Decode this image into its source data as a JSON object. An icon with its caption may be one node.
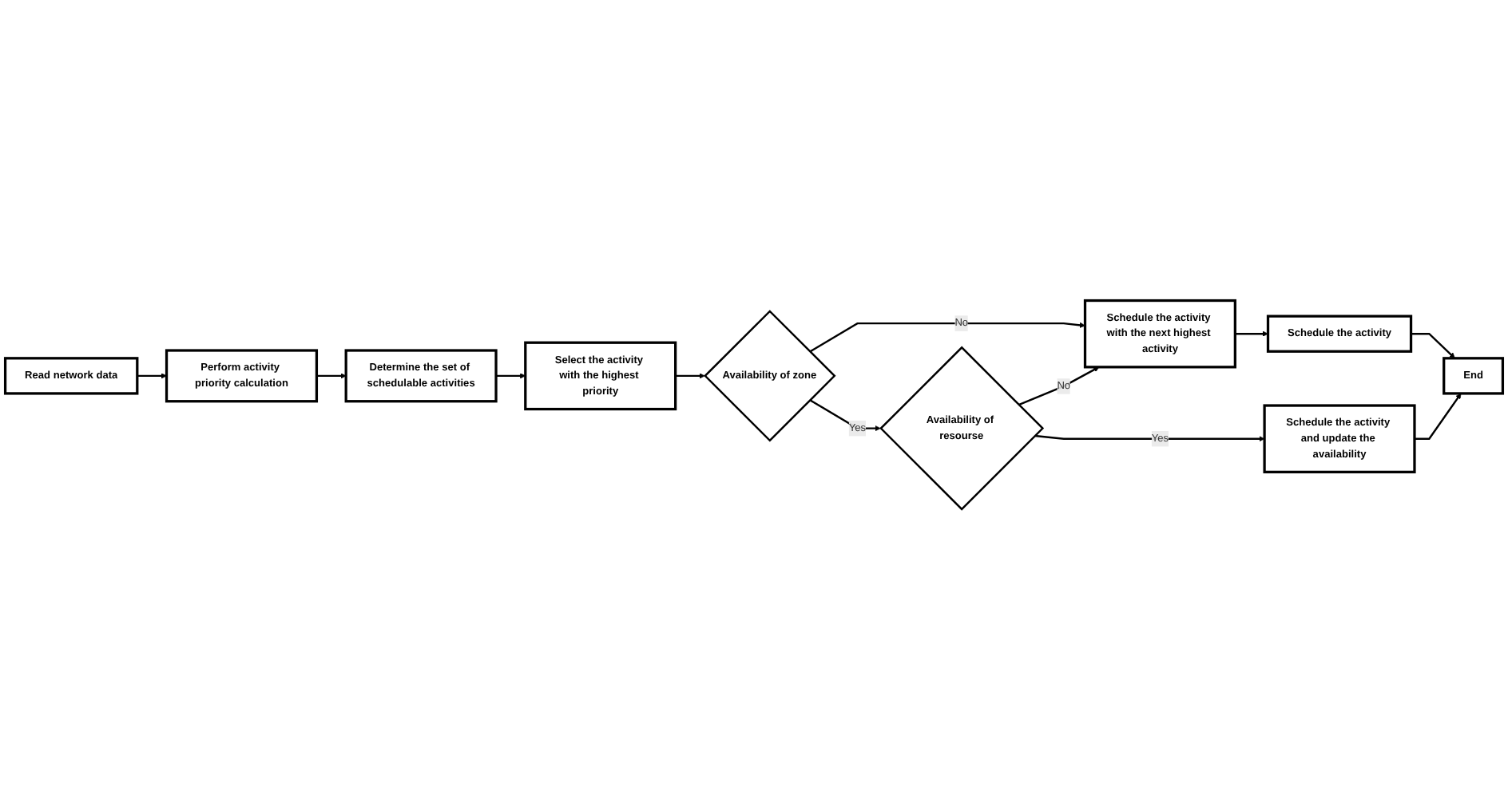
{
  "diagram": {
    "nodes": [
      {
        "text": [
          "Read network data"
        ]
      },
      {
        "text": [
          "Perform activity priority calculation"
        ]
      },
      {
        "text": [
          "Determine the set of schedulable activities"
        ]
      },
      {
        "text": [
          "Select the activity with the highest priority"
        ]
      },
      {
        "text": [
          "Availability of zone"
        ]
      },
      {
        "text": [
          "Schedule the activity with the next highest activity"
        ]
      },
      {
        "text": [
          "Availability of resourse"
        ]
      },
      {
        "text": [
          "Schedule the activity"
        ]
      },
      {
        "text": [
          "Schedule the activity and update the availability"
        ]
      },
      {
        "text": [
          "End"
        ]
      }
    ],
    "edges": [
      {
        "from": 0,
        "to": 1,
        "arrow": "to"
      },
      {
        "from": 1,
        "to": 2,
        "arrow": "to"
      },
      {
        "from": 2,
        "to": 3,
        "arrow": "to"
      },
      {
        "from": 3,
        "to": 4,
        "arrow": "to"
      },
      {
        "from": 4,
        "to": 5,
        "arrow": "to",
        "label": "No"
      },
      {
        "from": 4,
        "to": 6,
        "arrow": "to",
        "label": "Yes"
      },
      {
        "from": 6,
        "to": 5,
        "arrow": "to",
        "label": "No"
      },
      {
        "from": 5,
        "to": 7,
        "arrow": "to"
      },
      {
        "from": 6,
        "to": 8,
        "arrow": "to",
        "label": "Yes"
      },
      {
        "from": 7,
        "to": 9,
        "arrow": "to"
      },
      {
        "from": 8,
        "to": 9,
        "arrow": "to"
      }
    ]
  }
}
